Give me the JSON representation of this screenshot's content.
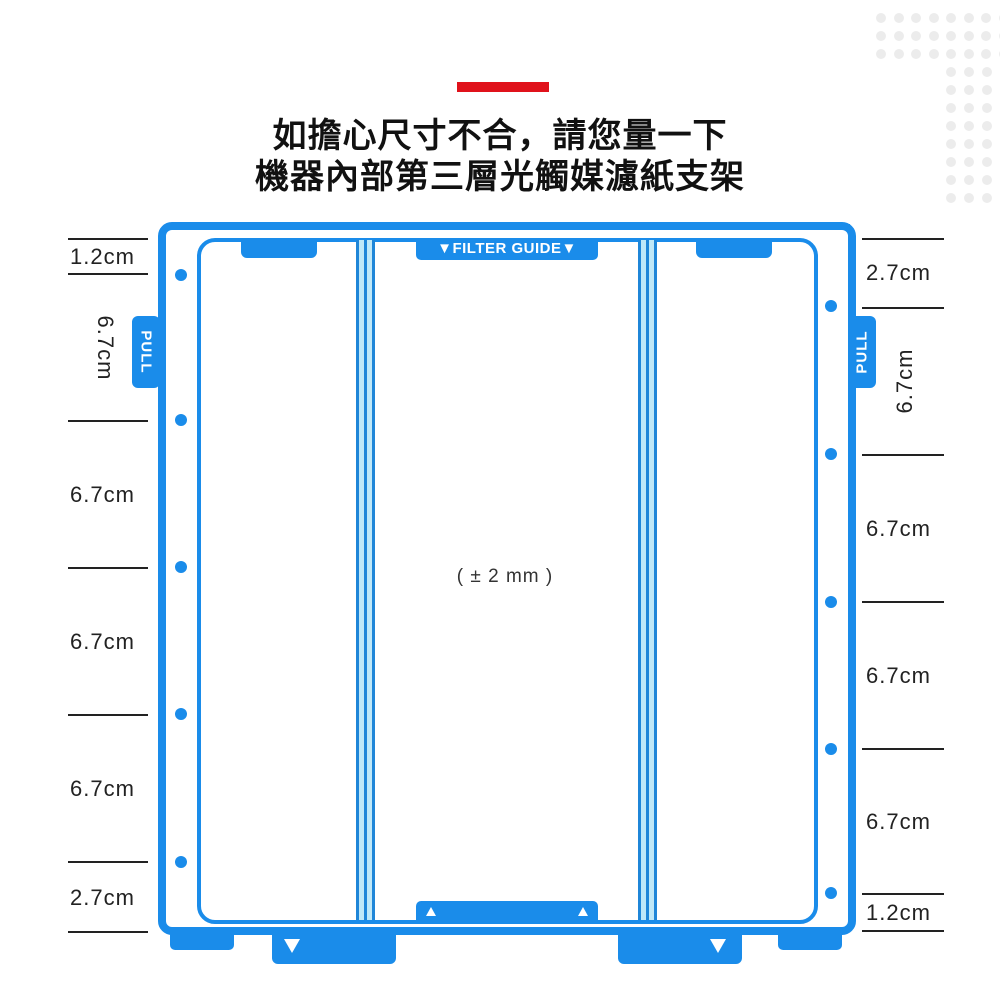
{
  "header": {
    "accent_color": "#e0121b",
    "title_line_1": "如擔心尺寸不合，請您量一下",
    "title_line_2": "機器內部第三層光觸媒濾紙支架"
  },
  "diagram": {
    "frame_color": "#1a8cea",
    "filter_guide_label": "▼FILTER GUIDE▼",
    "pull_label_left": "PULL",
    "pull_label_right": "PULL",
    "tolerance_note": "( ± 2 mm )",
    "left_measurements": [
      "1.2cm",
      "6.7cm",
      "6.7cm",
      "6.7cm",
      "6.7cm",
      "2.7cm"
    ],
    "right_measurements": [
      "2.7cm",
      "6.7cm",
      "6.7cm",
      "6.7cm",
      "6.7cm",
      "1.2cm"
    ]
  }
}
